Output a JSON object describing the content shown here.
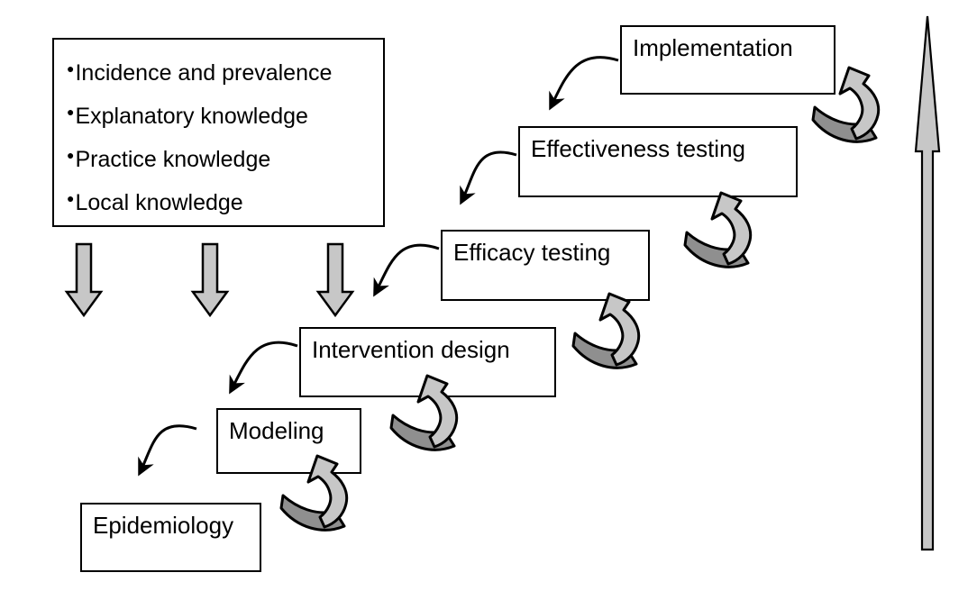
{
  "figure": {
    "knowledge_box": {
      "bullet_glyph": "●",
      "items": [
        "Incidence and prevalence",
        "Explanatory knowledge",
        "Practice knowledge",
        "Local knowledge"
      ]
    },
    "stages": [
      {
        "label": "Epidemiology"
      },
      {
        "label": "Modeling"
      },
      {
        "label": "Intervention design"
      },
      {
        "label": "Efficacy testing"
      },
      {
        "label": "Effectiveness testing"
      },
      {
        "label": "Implementation"
      }
    ],
    "colors": {
      "arrow_light": "#c7c7c7",
      "arrow_dark": "#8f8f8f",
      "outline": "#000000",
      "box_background": "#ffffff"
    }
  }
}
